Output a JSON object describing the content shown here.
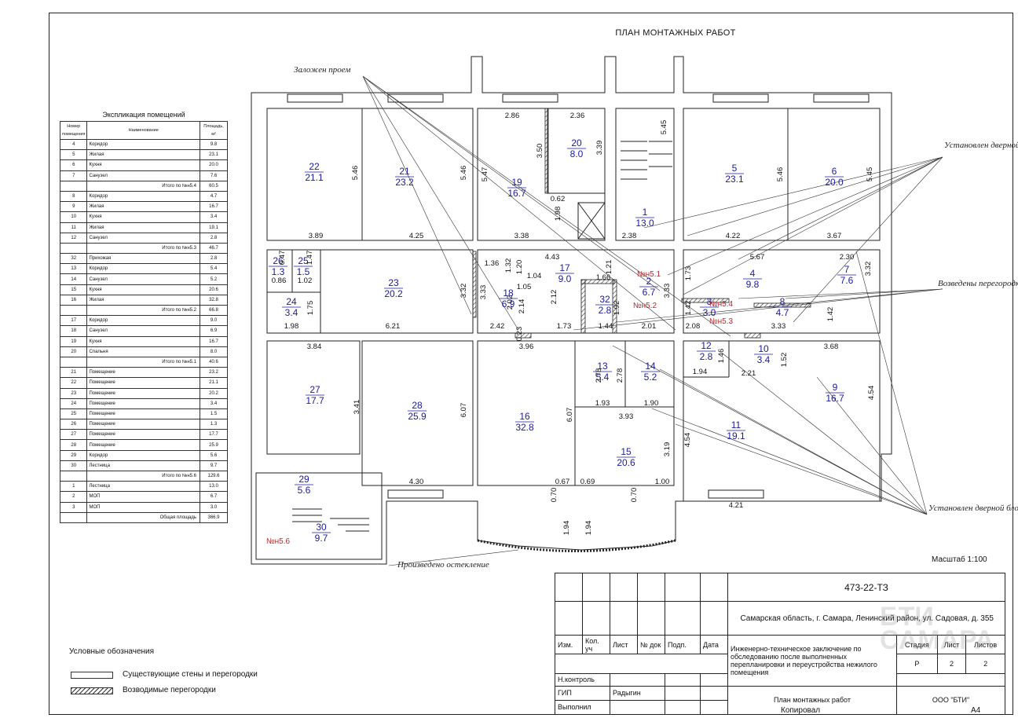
{
  "title": "ПЛАН МОНТАЖНЫХ РАБОТ",
  "scale": "Масштаб 1:100",
  "explication": {
    "title": "Экспликация помещений",
    "headers": {
      "num": "Номер помещения",
      "name": "Наименование",
      "area": "Площадь, м²"
    },
    "rows": [
      {
        "n": "4",
        "name": "Коридор",
        "area": "9.8"
      },
      {
        "n": "5",
        "name": "Жилая",
        "area": "23.1"
      },
      {
        "n": "6",
        "name": "Кухня",
        "area": "20.0"
      },
      {
        "n": "7",
        "name": "Санузел",
        "area": "7.6"
      },
      {
        "sub": "Итого по №н5.4",
        "area": "60.5"
      },
      {
        "n": "8",
        "name": "Коридор",
        "area": "4.7"
      },
      {
        "n": "9",
        "name": "Жилая",
        "area": "16.7"
      },
      {
        "n": "10",
        "name": "Кухня",
        "area": "3.4"
      },
      {
        "n": "11",
        "name": "Жилая",
        "area": "19.1"
      },
      {
        "n": "12",
        "name": "Санузел",
        "area": "2.8"
      },
      {
        "sub": "Итого по №н5.3",
        "area": "46.7"
      },
      {
        "n": "32",
        "name": "Прихожая",
        "area": "2.8"
      },
      {
        "n": "13",
        "name": "Коридор",
        "area": "5.4"
      },
      {
        "n": "14",
        "name": "Санузел",
        "area": "5.2"
      },
      {
        "n": "15",
        "name": "Кухня",
        "area": "20.6"
      },
      {
        "n": "16",
        "name": "Жилая",
        "area": "32.8"
      },
      {
        "sub": "Итого по №н5.2",
        "area": "66.8"
      },
      {
        "n": "17",
        "name": "Коридор",
        "area": "9.0"
      },
      {
        "n": "18",
        "name": "Санузел",
        "area": "6.9"
      },
      {
        "n": "19",
        "name": "Кухня",
        "area": "16.7"
      },
      {
        "n": "20",
        "name": "Спальня",
        "area": "8.0"
      },
      {
        "sub": "Итого по №н5.1",
        "area": "40.6"
      },
      {
        "n": "21",
        "name": "Помещение",
        "area": "23.2"
      },
      {
        "n": "22",
        "name": "Помещение",
        "area": "21.1"
      },
      {
        "n": "23",
        "name": "Помещение",
        "area": "20.2"
      },
      {
        "n": "24",
        "name": "Помещение",
        "area": "3.4"
      },
      {
        "n": "25",
        "name": "Помещение",
        "area": "1.5"
      },
      {
        "n": "26",
        "name": "Помещение",
        "area": "1.3"
      },
      {
        "n": "27",
        "name": "Помещение",
        "area": "17.7"
      },
      {
        "n": "28",
        "name": "Помещение",
        "area": "25.9"
      },
      {
        "n": "29",
        "name": "Коридор",
        "area": "5.6"
      },
      {
        "n": "30",
        "name": "Лестница",
        "area": "9.7"
      },
      {
        "sub": "Итого по №н5.6",
        "area": "129.6"
      },
      {
        "n": "1",
        "name": "Лестница",
        "area": "13.0"
      },
      {
        "n": "2",
        "name": "МОП",
        "area": "6.7"
      },
      {
        "n": "3",
        "name": "МОП",
        "area": "3.0"
      },
      {
        "sub": "Общая площадь",
        "area": "366.9"
      }
    ]
  },
  "rooms": [
    {
      "n": "22",
      "a": "21.1"
    },
    {
      "n": "21",
      "a": "23.2"
    },
    {
      "n": "19",
      "a": "16.7"
    },
    {
      "n": "20",
      "a": "8.0"
    },
    {
      "n": "1",
      "a": "13.0"
    },
    {
      "n": "5",
      "a": "23.1"
    },
    {
      "n": "6",
      "a": "20.0"
    },
    {
      "n": "26",
      "a": "1.3"
    },
    {
      "n": "25",
      "a": "1.5"
    },
    {
      "n": "24",
      "a": "3.4"
    },
    {
      "n": "23",
      "a": "20.2"
    },
    {
      "n": "18",
      "a": "6.9"
    },
    {
      "n": "17",
      "a": "9.0"
    },
    {
      "n": "32",
      "a": "2.8"
    },
    {
      "n": "2",
      "a": "6.7"
    },
    {
      "n": "4",
      "a": "9.8"
    },
    {
      "n": "3",
      "a": "3.0"
    },
    {
      "n": "8",
      "a": "4.7"
    },
    {
      "n": "7",
      "a": "7.6"
    },
    {
      "n": "27",
      "a": "17.7"
    },
    {
      "n": "28",
      "a": "25.9"
    },
    {
      "n": "16",
      "a": "32.8"
    },
    {
      "n": "13",
      "a": "5.4"
    },
    {
      "n": "14",
      "a": "5.2"
    },
    {
      "n": "15",
      "a": "20.6"
    },
    {
      "n": "12",
      "a": "2.8"
    },
    {
      "n": "10",
      "a": "3.4"
    },
    {
      "n": "11",
      "a": "19.1"
    },
    {
      "n": "9",
      "a": "16.7"
    },
    {
      "n": "29",
      "a": "5.6"
    },
    {
      "n": "30",
      "a": "9.7"
    }
  ],
  "dims": [
    "2.86",
    "2.36",
    "5.45",
    "3.50",
    "3.39",
    "5.46",
    "5.46",
    "5.47",
    "5.46",
    "5.45",
    "0.62",
    "1.98",
    "3.89",
    "4.25",
    "3.38",
    "2.38",
    "4.22",
    "3.67",
    "4.43",
    "5.67",
    "2.30",
    "1.36",
    "1.32",
    "1.20",
    "1.04",
    "1.21",
    "1.66",
    "1.73",
    "3.32",
    "0.47",
    "1.47",
    "0.86",
    "1.02",
    "3.32",
    "3.33",
    "2.14",
    "2.02",
    "2.12",
    "1.92",
    "3.33",
    "1.42",
    "1.42",
    "1.05",
    "1.75",
    "1.98",
    "6.21",
    "2.42",
    "0.23",
    "1.73",
    "1.44",
    "2.01",
    "2.08",
    "3.33",
    "3.84",
    "3.96",
    "3.68",
    "1.46",
    "1.94",
    "1.52",
    "2.21",
    "2.78",
    "2.78",
    "3.41",
    "6.07",
    "6.07",
    "1.93",
    "1.90",
    "3.93",
    "4.54",
    "4.54",
    "3.19",
    "4.30",
    "0.67",
    "0.69",
    "1.00",
    "4.21",
    "0.70",
    "0.70",
    "1.94",
    "1.94"
  ],
  "units": [
    "№н5.1",
    "№н5.2",
    "№н5.4",
    "№н5.3",
    "№н5.6"
  ],
  "annotations": {
    "zalozhen": "Заложен проем",
    "door1": "Установлен дверной блок",
    "vozvedeny": "Возведены перегородки",
    "door2": "Установлен дверной блок",
    "osteklenie": "Произведено остекление"
  },
  "legend": {
    "title": "Условные обозначения",
    "existing": "Существующие стены и перегородки",
    "new": "Возводимые перегородки"
  },
  "stamp": {
    "code": "473-22-ТЗ",
    "address": "Самарская область, г. Самара, Ленинский район, ул. Садовая, д. 355",
    "headers": [
      "Изм.",
      "Кол. уч",
      "Лист",
      "№ док",
      "Подп.",
      "Дата"
    ],
    "description": "Инженерно-техническое заключение по обследованию после выполненных перепланировки и переустройства нежилого помещения",
    "stage_label": "Стадия",
    "sheet_label": "Лист",
    "sheets_label": "Листов",
    "stage": "Р",
    "sheet": "2",
    "sheets": "2",
    "nkontr": "Н.контроль",
    "gip": "ГИП",
    "gip_name": "Радыгин",
    "vypolnil": "Выполнил",
    "sheet_title": "План монтажных работ",
    "org": "ООО \"БТИ\"",
    "kopiroval": "Копировал",
    "format": "А4",
    "watermark": "БТИ САМАРА"
  }
}
